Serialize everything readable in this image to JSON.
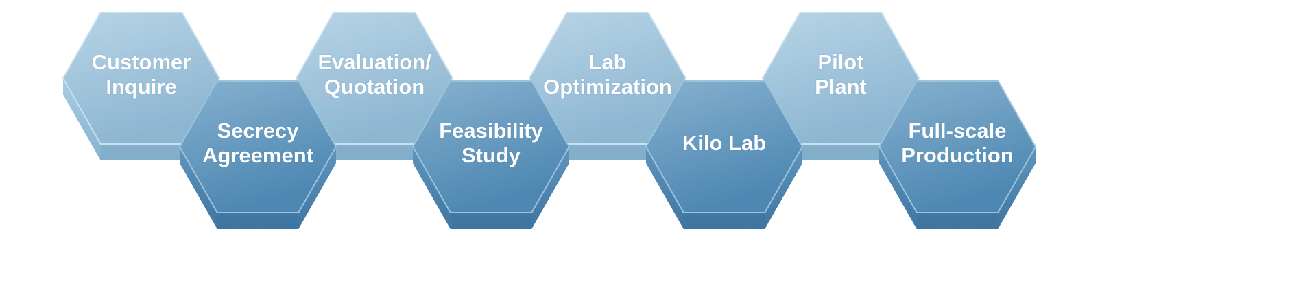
{
  "process_steps": [
    {
      "lines": [
        "Customer",
        "Inquire"
      ],
      "tone": "light"
    },
    {
      "lines": [
        "Secrecy",
        "Agreement"
      ],
      "tone": "dark"
    },
    {
      "lines": [
        "Evaluation/",
        "Quotation"
      ],
      "tone": "light"
    },
    {
      "lines": [
        "Feasibility",
        "Study"
      ],
      "tone": "dark"
    },
    {
      "lines": [
        "Lab",
        "Optimization"
      ],
      "tone": "light"
    },
    {
      "lines": [
        "Kilo Lab"
      ],
      "tone": "dark"
    },
    {
      "lines": [
        "Pilot",
        "Plant"
      ],
      "tone": "light"
    },
    {
      "lines": [
        "Full-scale",
        "Production"
      ],
      "tone": "dark"
    }
  ],
  "colors": {
    "light_top": "#b4d1e4",
    "light_bottom": "#8fb8d3",
    "light_side": "#aacde1",
    "light_side_edge": "#7fa9c6",
    "dark_top": "#8ab4d1",
    "dark_bottom": "#4f89b4",
    "dark_side": "#6b9dc2",
    "dark_side_edge": "#3f74a0",
    "label": "#ffffff"
  }
}
